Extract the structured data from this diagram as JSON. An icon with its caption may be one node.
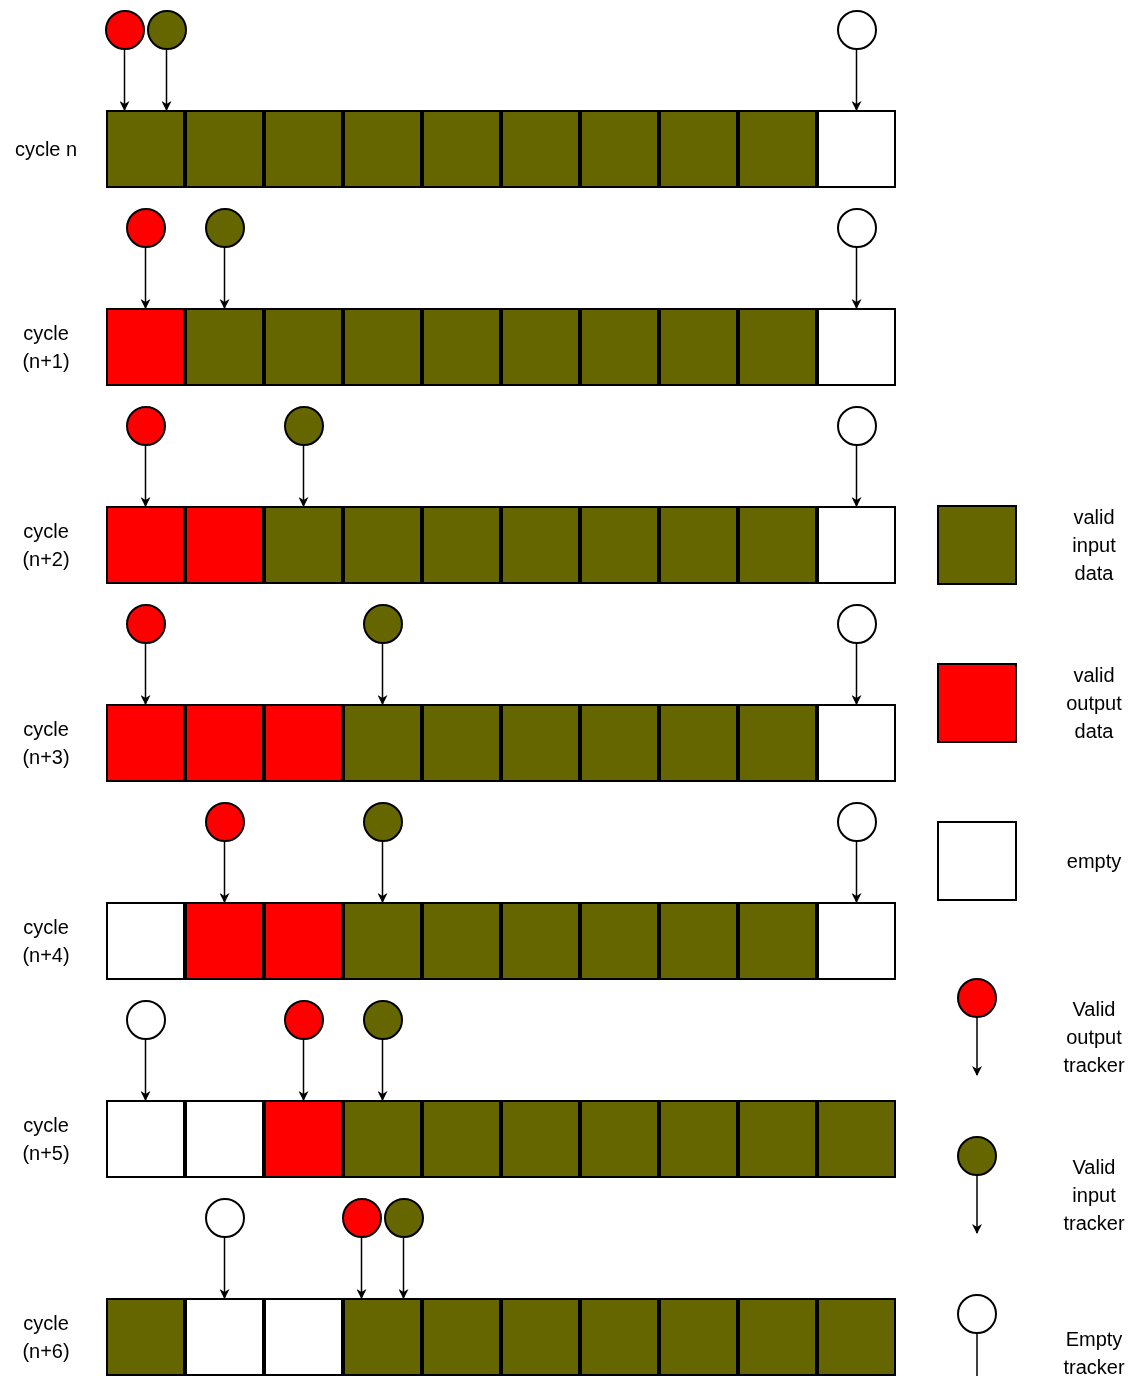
{
  "diagram": {
    "nodes": [
      {
        "text": [],
        "shape": "circle"
      },
      {
        "text": [],
        "shape": "circle"
      },
      {
        "text": [],
        "shape": "circle"
      },
      {
        "text": [],
        "shape": "box"
      },
      {
        "text": [],
        "shape": "box"
      },
      {
        "text": [],
        "shape": "box"
      },
      {
        "text": [],
        "shape": "box"
      },
      {
        "text": [],
        "shape": "box"
      },
      {
        "text": [],
        "shape": "box"
      },
      {
        "text": [],
        "shape": "box"
      },
      {
        "text": [],
        "shape": "box"
      },
      {
        "text": [],
        "shape": "box"
      },
      {
        "text": [],
        "shape": "box"
      },
      {
        "text": [],
        "shape": "circle"
      },
      {
        "text": [],
        "shape": "circle"
      },
      {
        "text": [],
        "shape": "circle"
      },
      {
        "text": [],
        "shape": "box"
      },
      {
        "text": [],
        "shape": "box"
      },
      {
        "text": [],
        "shape": "box"
      },
      {
        "text": [],
        "shape": "box"
      },
      {
        "text": [],
        "shape": "box"
      },
      {
        "text": [],
        "shape": "box"
      },
      {
        "text": [],
        "shape": "box"
      },
      {
        "text": [],
        "shape": "box"
      },
      {
        "text": [],
        "shape": "box"
      },
      {
        "text": [],
        "shape": "box"
      },
      {
        "text": [],
        "shape": "circle"
      },
      {
        "text": [],
        "shape": "circle"
      },
      {
        "text": [],
        "shape": "circle"
      },
      {
        "text": [],
        "shape": "box"
      },
      {
        "text": [],
        "shape": "box"
      },
      {
        "text": [],
        "shape": "box"
      },
      {
        "text": [],
        "shape": "box"
      },
      {
        "text": [],
        "shape": "box"
      },
      {
        "text": [],
        "shape": "box"
      },
      {
        "text": [],
        "shape": "box"
      },
      {
        "text": [],
        "shape": "box"
      },
      {
        "text": [],
        "shape": "box"
      },
      {
        "text": [],
        "shape": "box"
      },
      {
        "text": [],
        "shape": "circle"
      },
      {
        "text": [],
        "shape": "circle"
      },
      {
        "text": [],
        "shape": "circle"
      },
      {
        "text": [],
        "shape": "box"
      },
      {
        "text": [],
        "shape": "box"
      },
      {
        "text": [],
        "shape": "box"
      },
      {
        "text": [],
        "shape": "box"
      },
      {
        "text": [],
        "shape": "box"
      },
      {
        "text": [],
        "shape": "box"
      },
      {
        "text": [],
        "shape": "box"
      },
      {
        "text": [],
        "shape": "box"
      },
      {
        "text": [],
        "shape": "box"
      },
      {
        "text": [],
        "shape": "box"
      },
      {
        "text": [],
        "shape": "circle"
      },
      {
        "text": [],
        "shape": "circle"
      },
      {
        "text": [],
        "shape": "circle"
      },
      {
        "text": [],
        "shape": "box"
      },
      {
        "text": [],
        "shape": "box"
      },
      {
        "text": [],
        "shape": "box"
      },
      {
        "text": [],
        "shape": "box"
      },
      {
        "text": [],
        "shape": "box"
      },
      {
        "text": [],
        "shape": "box"
      },
      {
        "text": [],
        "shape": "box"
      },
      {
        "text": [],
        "shape": "box"
      },
      {
        "text": [],
        "shape": "box"
      },
      {
        "text": [],
        "shape": "box"
      },
      {
        "text": [],
        "shape": "circle"
      },
      {
        "text": [],
        "shape": "circle"
      },
      {
        "text": [],
        "shape": "circle"
      },
      {
        "text": [],
        "shape": "box"
      },
      {
        "text": [],
        "shape": "box"
      },
      {
        "text": [],
        "shape": "box"
      },
      {
        "text": [],
        "shape": "box"
      },
      {
        "text": [],
        "shape": "box"
      },
      {
        "text": [],
        "shape": "box"
      },
      {
        "text": [],
        "shape": "box"
      },
      {
        "text": [],
        "shape": "box"
      },
      {
        "text": [],
        "shape": "box"
      },
      {
        "text": [],
        "shape": "box"
      },
      {
        "text": [],
        "shape": "circle"
      },
      {
        "text": [],
        "shape": "circle"
      },
      {
        "text": [],
        "shape": "circle"
      },
      {
        "text": [],
        "shape": "box"
      },
      {
        "text": [],
        "shape": "box"
      },
      {
        "text": [],
        "shape": "box"
      },
      {
        "text": [],
        "shape": "box"
      },
      {
        "text": [],
        "shape": "box"
      },
      {
        "text": [],
        "shape": "box"
      },
      {
        "text": [],
        "shape": "box"
      },
      {
        "text": [],
        "shape": "box"
      },
      {
        "text": [],
        "shape": "box"
      },
      {
        "text": [],
        "shape": "box"
      }
    ],
    "edges": [
      {
        "from": 0,
        "to": 3,
        "arrow": "to"
      },
      {
        "from": 1,
        "to": 3,
        "arrow": "to"
      },
      {
        "from": 2,
        "to": 12,
        "arrow": "to"
      },
      {
        "from": 13,
        "to": 16,
        "arrow": "to"
      },
      {
        "from": 14,
        "to": 17,
        "arrow": "to"
      },
      {
        "from": 15,
        "to": 25,
        "arrow": "to"
      },
      {
        "from": 26,
        "to": 29,
        "arrow": "to"
      },
      {
        "from": 27,
        "to": 31,
        "arrow": "to"
      },
      {
        "from": 28,
        "to": 38,
        "arrow": "to"
      },
      {
        "from": 39,
        "to": 42,
        "arrow": "to"
      },
      {
        "from": 40,
        "to": 45,
        "arrow": "to"
      },
      {
        "from": 41,
        "to": 51,
        "arrow": "to"
      },
      {
        "from": 52,
        "to": 56,
        "arrow": "to"
      },
      {
        "from": 53,
        "to": 58,
        "arrow": "to"
      },
      {
        "from": 54,
        "to": 64,
        "arrow": "to"
      },
      {
        "from": 65,
        "to": 68,
        "arrow": "to"
      },
      {
        "from": 66,
        "to": 70,
        "arrow": "to"
      },
      {
        "from": 67,
        "to": 71,
        "arrow": "to"
      },
      {
        "from": 78,
        "to": 82,
        "arrow": "to"
      },
      {
        "from": 79,
        "to": 84,
        "arrow": "to"
      },
      {
        "from": 80,
        "to": 84,
        "arrow": "to"
      }
    ],
    "labels": [
      "cycle n",
      "cycle (n+1)",
      "cycle (n+2)",
      "cycle (n+3)",
      "cycle (n+4)",
      "cycle (n+5)",
      "cycle (n+6)"
    ],
    "legend": [
      {
        "text": "valid input data",
        "color": "#666600"
      },
      {
        "text": "valid output data",
        "color": "#ff0000"
      },
      {
        "text": "empty",
        "color": "#ffffff"
      },
      {
        "text": "Valid output tracker"
      },
      {
        "text": "Valid input tracker"
      },
      {
        "text": "Empty tracker"
      }
    ]
  }
}
